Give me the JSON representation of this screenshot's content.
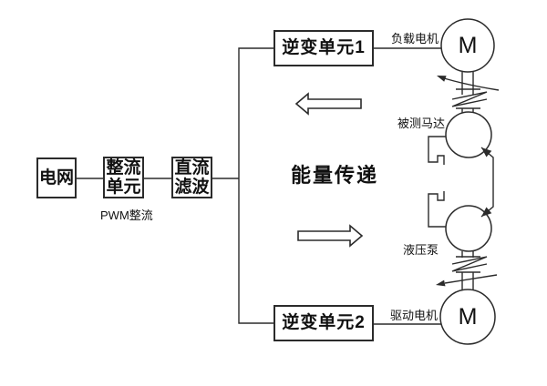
{
  "diagram": {
    "labels": {
      "grid": "电网",
      "rectifier_l1": "整流",
      "rectifier_l2": "单元",
      "rectifier_caption": "PWM整流",
      "dc_filter_l1": "直流",
      "dc_filter_l2": "滤波",
      "inverter1": "逆变单元1",
      "inverter2": "逆变单元2",
      "load_motor": "负载电机",
      "tested_motor": "被测马达",
      "pump": "液压泵",
      "drive_motor": "驱动电机",
      "energy": "能量传递",
      "m_top": "M",
      "m_bottom": "M"
    },
    "icons": {
      "energy_flow_left": "hollow-arrow-left",
      "energy_flow_right": "hollow-arrow-right",
      "rotation_top": "curved-rotation-arrow",
      "rotation_bottom": "curved-rotation-arrow",
      "shaft_break": "zigzag-shaft-coupling",
      "pipe_coupling": "quick-disconnect-hook"
    },
    "colors": {
      "line": "#2b2b2b",
      "background": "#ffffff",
      "text": "#111111"
    }
  }
}
